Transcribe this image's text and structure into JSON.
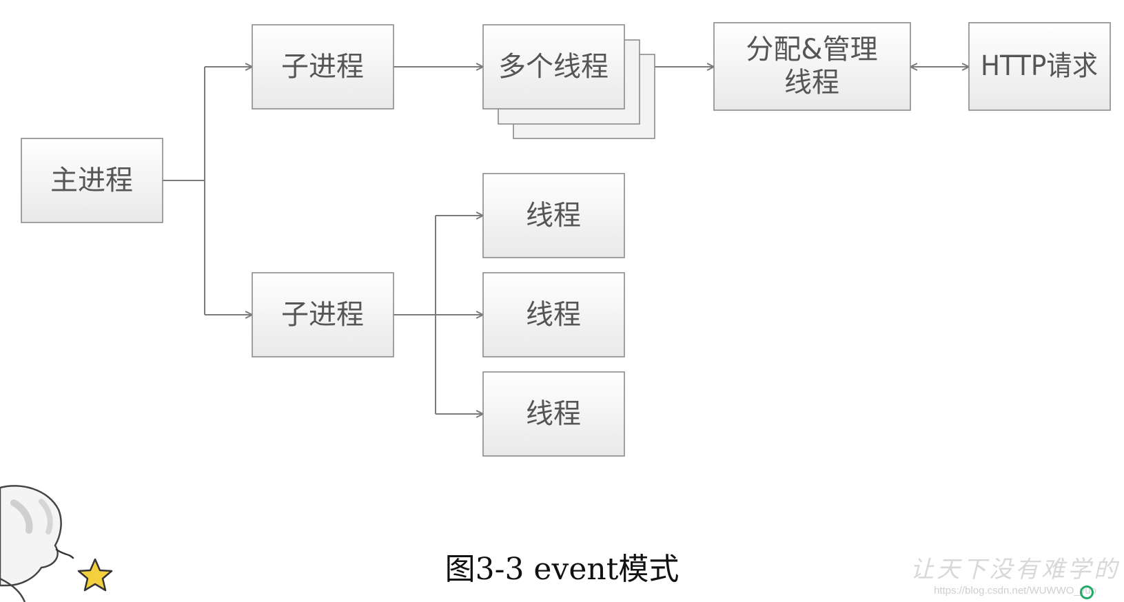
{
  "nodes": {
    "main_process": "主进程",
    "child_process_1": "子进程",
    "child_process_2": "子进程",
    "multiple_threads": "多个线程",
    "allocate_manage_line1": "分配&管理",
    "allocate_manage_line2": "线程",
    "http_request": "HTTP请求",
    "thread_1": "线程",
    "thread_2": "线程",
    "thread_3": "线程"
  },
  "caption": "图3-3 event模式",
  "watermark": {
    "text": "让天下没有难学的",
    "url": "https://blog.csdn.net/WUWWO_yuo"
  },
  "colors": {
    "box_fill_top": "#ffffff",
    "box_fill_bottom": "#e9e9e9",
    "border": "#8a8a8a",
    "connector": "#7a7a7a",
    "text": "#555555",
    "star": "#f4d03f"
  }
}
